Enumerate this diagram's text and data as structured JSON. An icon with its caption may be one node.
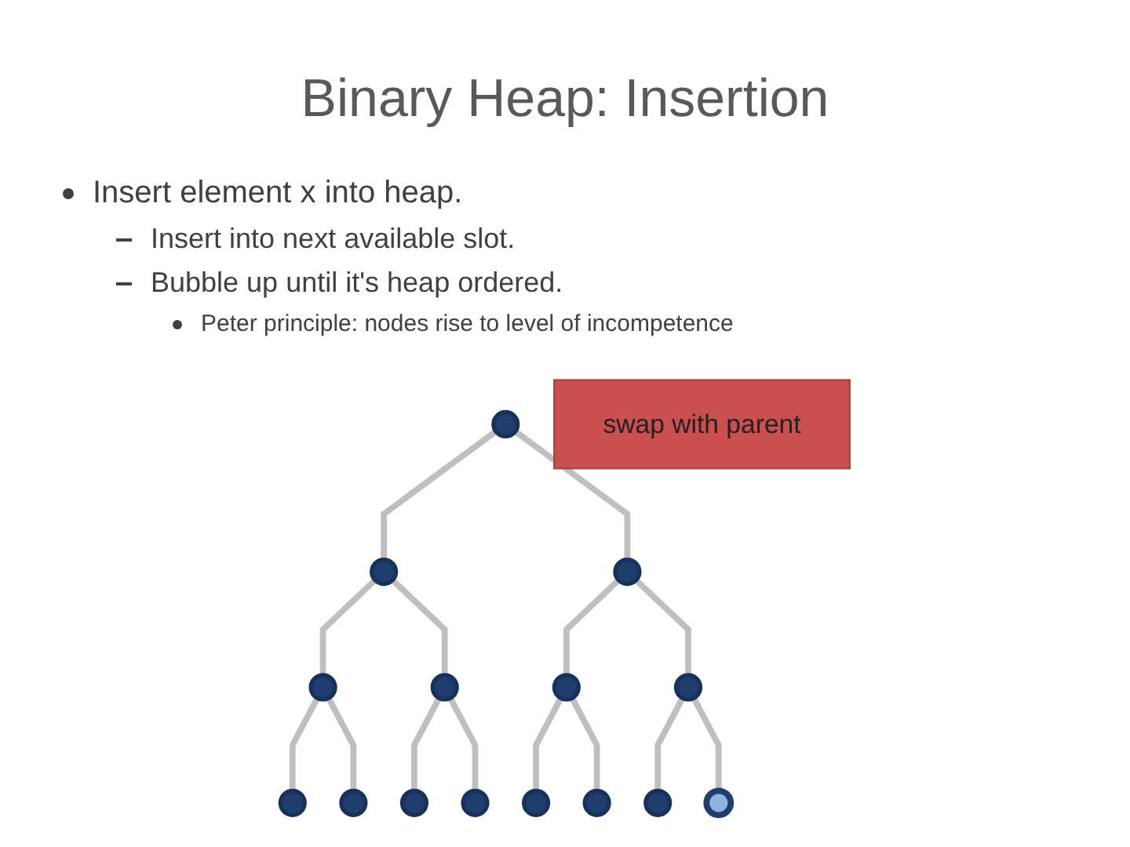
{
  "diagram": {
    "title": "Binary Heap: Insertion",
    "nodes": [
      {
        "text": [],
        "shape": "circle"
      },
      {
        "text": [
          "swap with parent"
        ]
      },
      {
        "text": [],
        "shape": "circle"
      },
      {
        "text": [],
        "shape": "circle"
      },
      {
        "text": [],
        "shape": "circle"
      },
      {
        "text": [],
        "shape": "circle"
      },
      {
        "text": [],
        "shape": "circle"
      },
      {
        "text": [],
        "shape": "circle"
      },
      {
        "text": [],
        "shape": "circle"
      },
      {
        "text": [],
        "shape": "circle"
      },
      {
        "text": [],
        "shape": "circle"
      },
      {
        "text": [],
        "shape": "circle"
      },
      {
        "text": [],
        "shape": "circle"
      },
      {
        "text": [],
        "shape": "circle"
      },
      {
        "text": [],
        "shape": "circle"
      },
      {
        "text": [],
        "shape": "circle"
      }
    ],
    "edges": [
      {
        "from": 0,
        "to": 2,
        "arrow": "none"
      },
      {
        "from": 0,
        "to": 3,
        "arrow": "none"
      },
      {
        "from": 2,
        "to": 4,
        "arrow": "none"
      },
      {
        "from": 2,
        "to": 5,
        "arrow": "none"
      },
      {
        "from": 3,
        "to": 6,
        "arrow": "none"
      },
      {
        "from": 3,
        "to": 7,
        "arrow": "none"
      },
      {
        "from": 4,
        "to": 8,
        "arrow": "none"
      },
      {
        "from": 4,
        "to": 9,
        "arrow": "none"
      },
      {
        "from": 5,
        "to": 10,
        "arrow": "none"
      },
      {
        "from": 5,
        "to": 11,
        "arrow": "none"
      },
      {
        "from": 6,
        "to": 12,
        "arrow": "none"
      },
      {
        "from": 6,
        "to": 13,
        "arrow": "none"
      },
      {
        "from": 7,
        "to": 14,
        "arrow": "none"
      },
      {
        "from": 7,
        "to": 15,
        "arrow": "none"
      }
    ],
    "labels": [
      "Insert element x into heap.",
      "Insert into next available slot.",
      "Bubble up until it's heap ordered.",
      "Peter principle: nodes rise to level of incompetence"
    ]
  }
}
